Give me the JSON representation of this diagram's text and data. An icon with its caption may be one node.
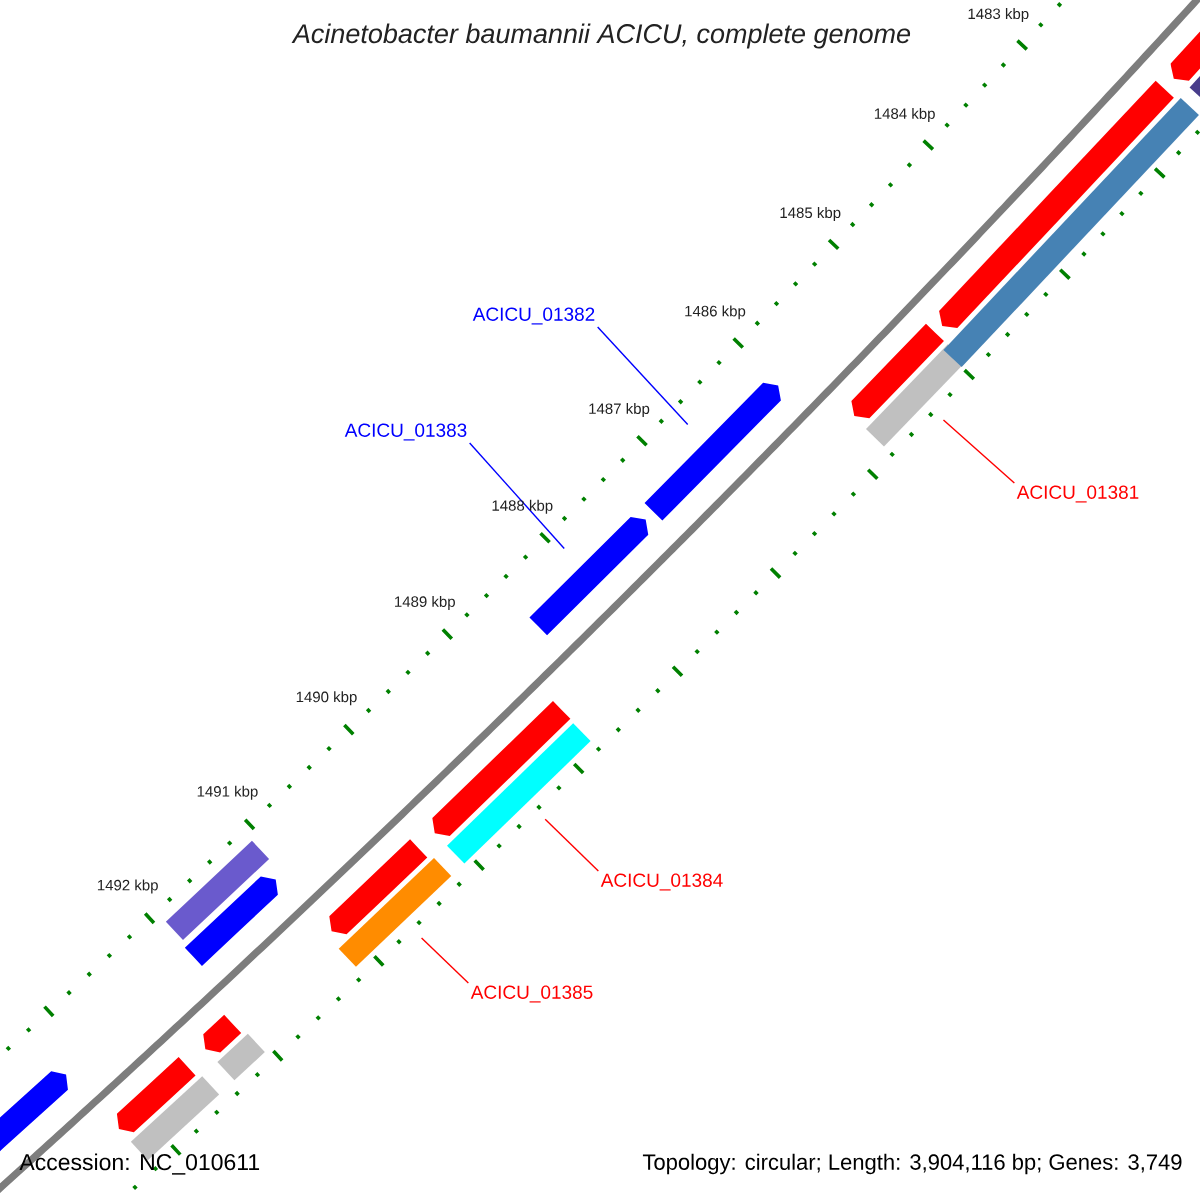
{
  "diagram": {
    "title": "Acinetobacter baumannii ACICU, complete genome",
    "nodes": [
      {
        "text": [
          "ACICU_01382"
        ]
      },
      {
        "text": [
          "ACICU_01383"
        ]
      },
      {
        "text": [
          "ACICU_01381"
        ]
      },
      {
        "text": [
          "ACICU_01384"
        ]
      },
      {
        "text": [
          "ACICU_01385"
        ]
      },
      {
        "text": [],
        "shape": "pentagon"
      },
      {
        "text": [],
        "shape": "pentagon"
      },
      {
        "text": [],
        "shape": "bar"
      },
      {
        "text": [],
        "shape": "pentagon"
      },
      {
        "text": [],
        "shape": "bar"
      },
      {
        "text": [],
        "shape": "bar"
      },
      {
        "text": [],
        "shape": "pentagon"
      },
      {
        "text": [],
        "shape": "pentagon"
      },
      {
        "text": [],
        "shape": "bar"
      },
      {
        "text": [],
        "shape": "pentagon"
      },
      {
        "text": [],
        "shape": "bar"
      },
      {
        "text": [],
        "shape": "pentagon"
      },
      {
        "text": [],
        "shape": "pentagon"
      },
      {
        "text": [],
        "shape": "pentagon"
      },
      {
        "text": [],
        "shape": "bar"
      },
      {
        "text": [],
        "shape": "pentagon"
      },
      {
        "text": [],
        "shape": "bar"
      },
      {
        "text": [],
        "shape": "pentagon"
      },
      {
        "text": [],
        "shape": "bar"
      }
    ],
    "edges": [
      {
        "from": 0,
        "to": 17,
        "arrow": "none",
        "color": "#0000ff"
      },
      {
        "from": 1,
        "to": 16,
        "arrow": "none",
        "color": "#0000ff"
      },
      {
        "from": 2,
        "to": 19,
        "arrow": "none"
      },
      {
        "from": 3,
        "to": 15,
        "arrow": "none"
      },
      {
        "from": 4,
        "to": 13,
        "arrow": "none"
      }
    ],
    "labels": [
      "1483 kbp",
      "1484 kbp",
      "1485 kbp",
      "1486 kbp",
      "1487 kbp",
      "1488 kbp",
      "1489 kbp",
      "1490 kbp",
      "1491 kbp",
      "1492 kbp",
      "Accession: NC_010611",
      "Topology: circular; Length: 3,904,116 bp; Genes: 3,749"
    ]
  }
}
